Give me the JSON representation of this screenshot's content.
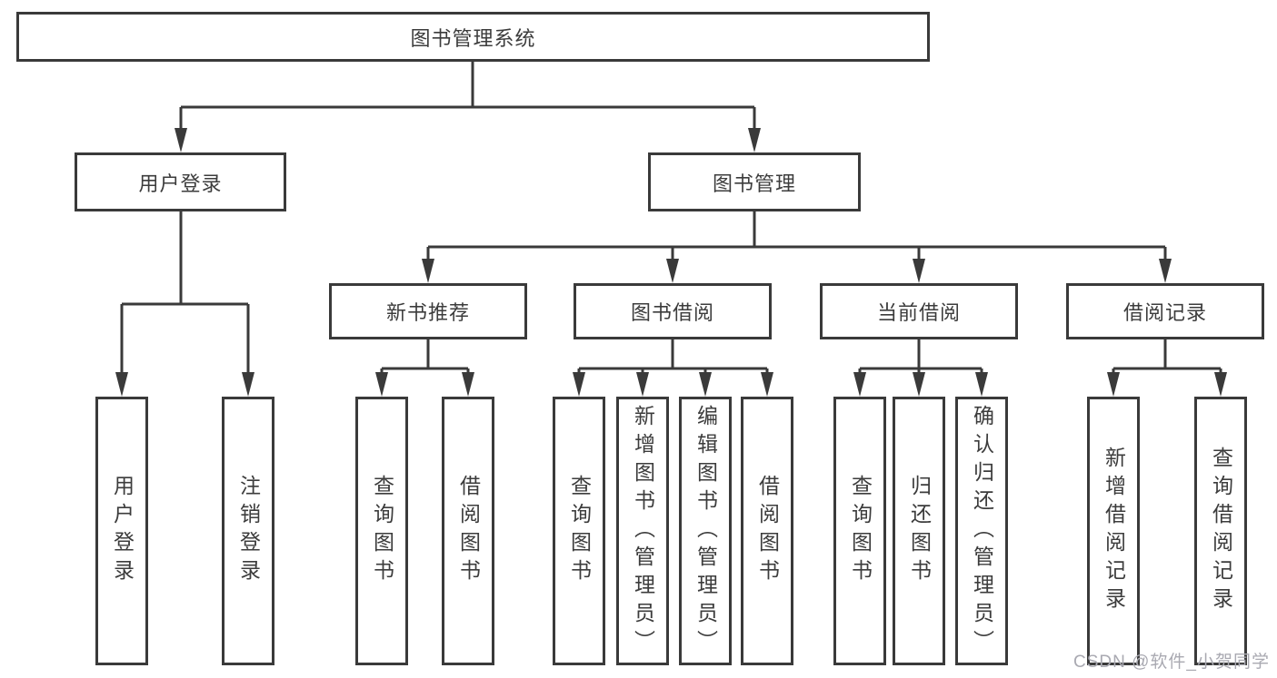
{
  "tree": {
    "label": "图书管理系统",
    "children": [
      {
        "label": "用户登录",
        "children": [
          {
            "label": "用户登录"
          },
          {
            "label": "注销登录"
          }
        ]
      },
      {
        "label": "图书管理",
        "children": [
          {
            "label": "新书推荐",
            "children": [
              {
                "label": "查询图书"
              },
              {
                "label": "借阅图书"
              }
            ]
          },
          {
            "label": "图书借阅",
            "children": [
              {
                "label": "查询图书"
              },
              {
                "label": "新增图书（管理员）"
              },
              {
                "label": "编辑图书（管理员）"
              },
              {
                "label": "借阅图书"
              }
            ]
          },
          {
            "label": "当前借阅",
            "children": [
              {
                "label": "查询图书"
              },
              {
                "label": "归还图书"
              },
              {
                "label": "确认归还（管理员）"
              }
            ]
          },
          {
            "label": "借阅记录",
            "children": [
              {
                "label": "新增借阅记录"
              },
              {
                "label": "查询借阅记录"
              }
            ]
          }
        ]
      }
    ]
  },
  "watermark": {
    "text": "CSDN @软件_小贺同学"
  },
  "colors": {
    "line": "#3a3a3a",
    "text": "#3c3c3c",
    "watermark": "#a9a9b1",
    "background": "#ffffff"
  }
}
